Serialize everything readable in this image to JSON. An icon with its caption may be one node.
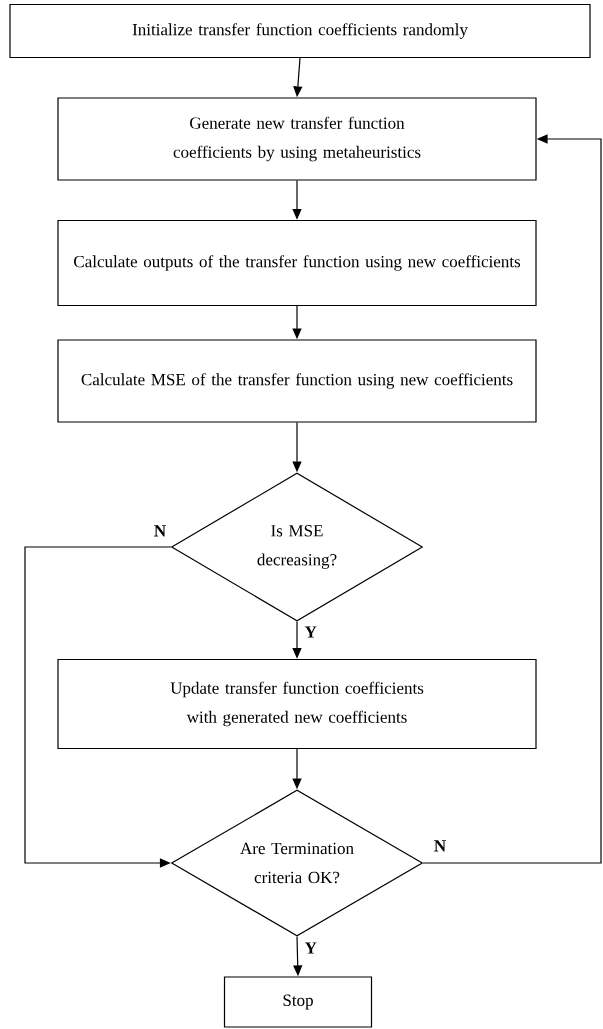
{
  "diagram": {
    "nodes": [
      {
        "text": [
          "Initialize transfer function coefficients randomly"
        ]
      },
      {
        "text": [
          "Generate new transfer function coefficients by using metaheuristics"
        ]
      },
      {
        "text": [
          "Calculate outputs of the transfer function using new coefficients"
        ]
      },
      {
        "text": [
          "Calculate MSE of the transfer function using new coefficients"
        ]
      },
      {
        "text": [
          "Is MSE decreasing?"
        ]
      },
      {
        "text": [
          "Update transfer function coefficients with generated new coefficients"
        ]
      },
      {
        "text": [
          "Are Termination criteria OK?"
        ]
      },
      {
        "text": [
          "Stop"
        ]
      }
    ],
    "edges": [
      {
        "from": 0,
        "to": 1,
        "arrow": "to"
      },
      {
        "from": 1,
        "to": 2,
        "arrow": "to"
      },
      {
        "from": 2,
        "to": 3,
        "arrow": "to"
      },
      {
        "from": 3,
        "to": 4,
        "arrow": "to"
      },
      {
        "from": 4,
        "to": 5,
        "arrow": "to",
        "label": "Y"
      },
      {
        "from": 4,
        "to": 6,
        "arrow": "to",
        "label": "N"
      },
      {
        "from": 5,
        "to": 6,
        "arrow": "to"
      },
      {
        "from": 6,
        "to": 7,
        "arrow": "to",
        "label": "Y"
      },
      {
        "from": 6,
        "to": 1,
        "arrow": "to",
        "label": "N"
      }
    ]
  }
}
